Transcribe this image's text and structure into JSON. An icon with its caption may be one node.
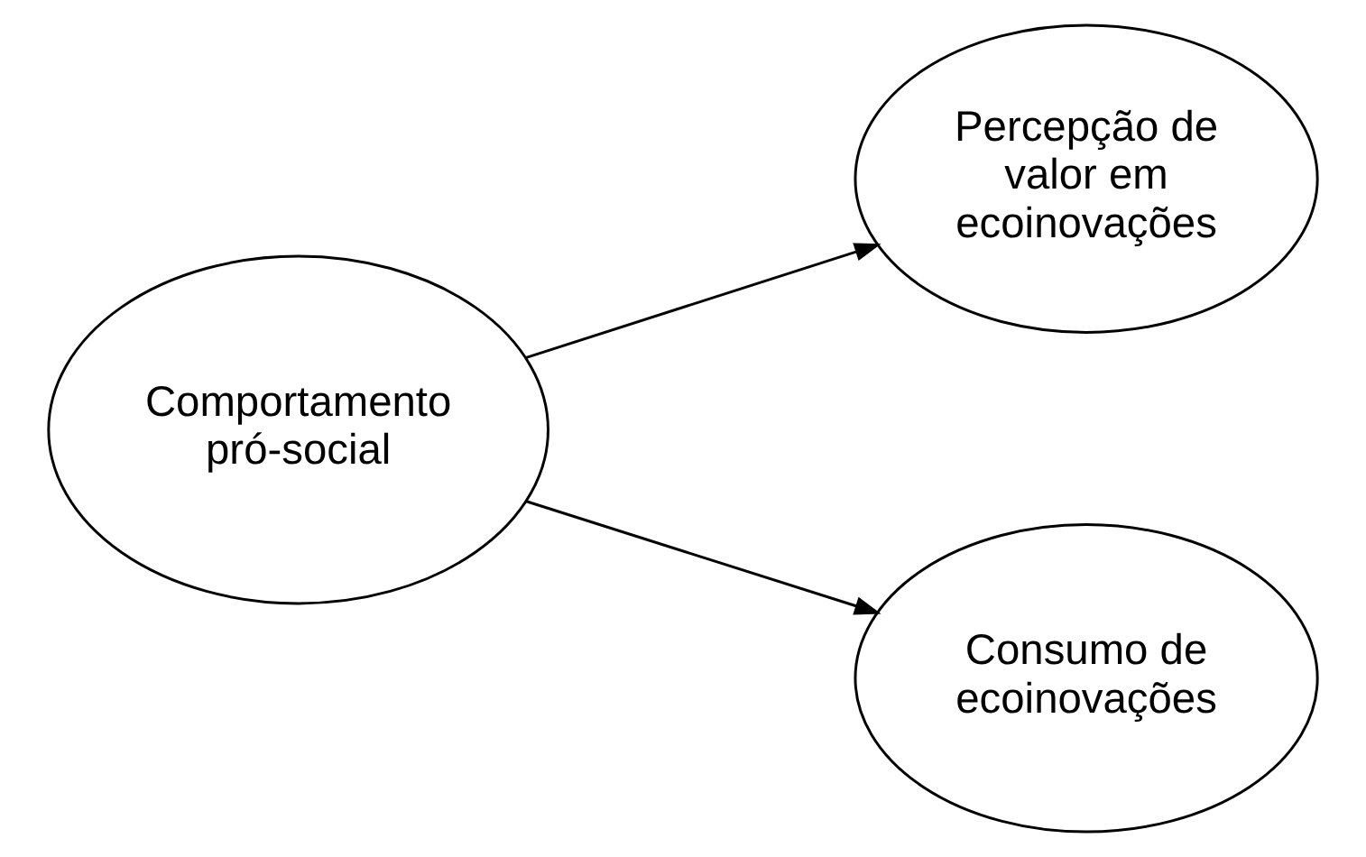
{
  "diagram": {
    "nodes": [
      {
        "text": [
          "Comportamento pró-social"
        ]
      },
      {
        "text": [
          "Percepção de valor em ecoinovações"
        ]
      },
      {
        "text": [
          "Consumo de ecoinovações"
        ]
      }
    ],
    "edges": [
      {
        "from": 0,
        "to": 1,
        "arrow": "to"
      },
      {
        "from": 0,
        "to": 2,
        "arrow": "to"
      }
    ]
  }
}
